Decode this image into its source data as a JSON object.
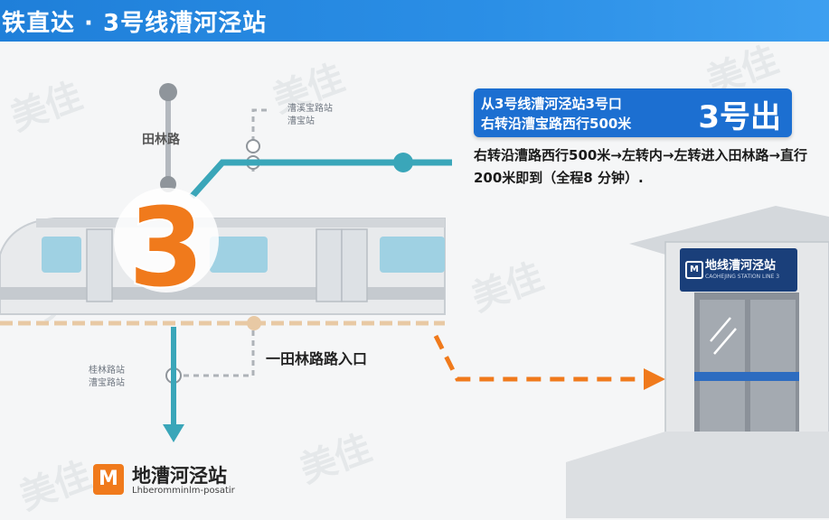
{
  "header": {
    "title": "铁直达 · 3号线漕河泾站"
  },
  "info_box": {
    "line1": "从3号线漕河泾站3号口",
    "line2": "右转沿漕宝路西行500米",
    "exit_label": "3号出"
  },
  "route_description": "右转沿漕路西行500米→左转内→左转进入田林路→直行200米即到（全程8 分钟）.",
  "map": {
    "line_number": "3",
    "road_label": "田林路",
    "top_label_1": "漕溪宝路站",
    "top_label_2": "漕宝站",
    "left_label_1": "桂林路站",
    "left_label_2": "漕宝路站",
    "entrance_label": "一田林路路入口",
    "station_name": "地漕河泾站",
    "station_subtitle": "Lhberomminlm-posatir",
    "station_logo_glyph": "M"
  },
  "building": {
    "sign_title": "地线漕河泾站",
    "sign_subtitle": "CAOHEJING STATION LINE 3",
    "sign_glyph": "M"
  },
  "colors": {
    "header_blue": "#1f7fd9",
    "info_box_blue": "#1c6fd1",
    "line_orange": "#f07a1c",
    "path_teal": "#3aa6b9",
    "sign_navy": "#1a3f7a"
  },
  "watermark": "美佳"
}
